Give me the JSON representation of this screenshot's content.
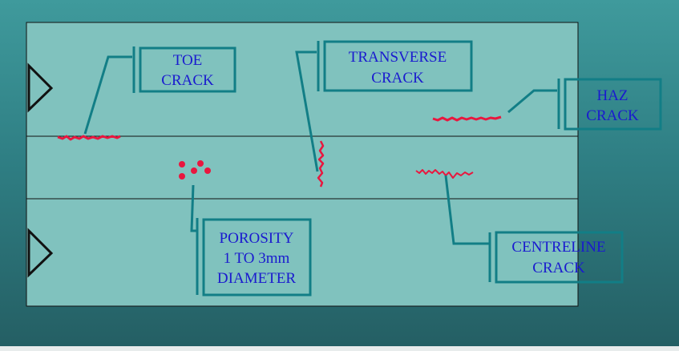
{
  "labels": {
    "toe_crack": [
      "TOE",
      "CRACK"
    ],
    "transverse_crack": [
      "TRANSVERSE",
      "CRACK"
    ],
    "haz_crack": [
      "HAZ",
      "CRACK"
    ],
    "porosity": [
      "POROSITY",
      "1 TO 3mm",
      "DIAMETER"
    ],
    "centreline_crack": [
      "CENTRELINE",
      "CRACK"
    ]
  },
  "colors": {
    "plate": "#80c2be",
    "outline": "#111111",
    "leader": "#127e86",
    "label_text": "#1a1acf",
    "defect": "#e8173f"
  }
}
